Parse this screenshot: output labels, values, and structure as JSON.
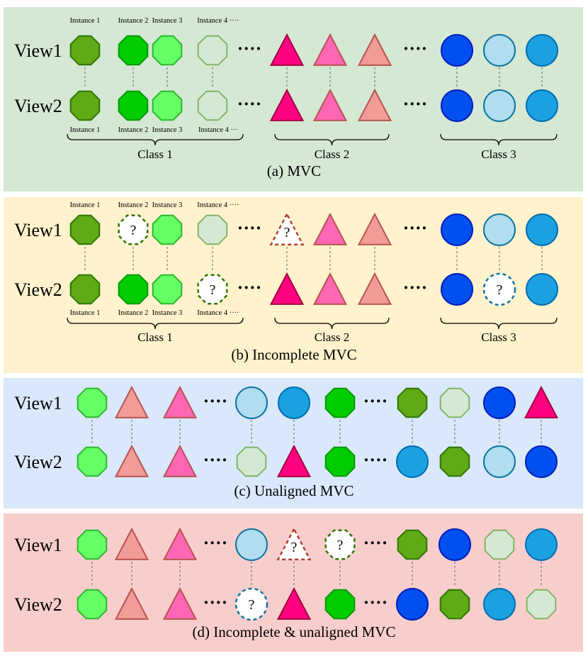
{
  "view_labels": {
    "view1": "View1",
    "view2": "View2"
  },
  "panels": [
    {
      "caption_letter": "(a)",
      "caption_text": "MVC",
      "background": "#d5e8d4",
      "view1": [
        "oct-olive",
        "oct-green",
        "oct-lime",
        "oct-pale",
        "dots",
        "tri-magenta",
        "tri-pink",
        "tri-salmon",
        "dots",
        "circ-blue",
        "circ-light",
        "circ-sky"
      ],
      "view2": [
        "oct-olive",
        "oct-green",
        "oct-lime",
        "oct-pale",
        "dots",
        "tri-magenta",
        "tri-pink",
        "tri-salmon",
        "dots",
        "circ-blue",
        "circ-light",
        "circ-sky"
      ],
      "instance_labels_top": [
        "Instance 1",
        "Instance 2",
        "Instance 3",
        "Instance 4 ····"
      ],
      "instance_labels_bottom": [
        "Instance 1",
        "Instance 2",
        "Instance 3",
        "Instance 4 ···"
      ],
      "classes": [
        "Class 1",
        "Class 2",
        "Class 3"
      ]
    },
    {
      "caption_letter": "(b)",
      "caption_text": "Incomplete MVC",
      "background": "#fff2cc",
      "view1": [
        "oct-olive",
        "q-oct",
        "oct-lime",
        "oct-pale",
        "dots",
        "q-tri",
        "tri-pink",
        "tri-salmon",
        "dots",
        "circ-blue",
        "circ-light",
        "circ-sky"
      ],
      "view2": [
        "oct-olive",
        "oct-green",
        "oct-lime",
        "q-oct",
        "dots",
        "tri-magenta",
        "tri-pink",
        "tri-salmon",
        "dots",
        "circ-blue",
        "q-circ",
        "circ-sky"
      ],
      "instance_labels_top": [
        "Instance 1",
        "Instance 2",
        "Instance 3",
        "Instance 4 ····"
      ],
      "instance_labels_bottom": [
        "Instance 1",
        "Instance 2",
        "Instance 3",
        "Instance 4 ····"
      ],
      "classes": [
        "Class 1",
        "Class 2",
        "Class 3"
      ]
    },
    {
      "caption_letter": "(c)",
      "caption_text": "Unaligned MVC",
      "background": "#dae8fc",
      "view1": [
        "oct-lime",
        "tri-salmon",
        "tri-pink",
        "dots",
        "circ-light",
        "circ-sky",
        "oct-green",
        "dots",
        "oct-olive",
        "oct-pale",
        "circ-blue",
        "tri-magenta"
      ],
      "view2": [
        "oct-lime",
        "tri-salmon",
        "tri-pink",
        "dots",
        "oct-pale",
        "tri-magenta",
        "oct-green",
        "dots",
        "circ-sky",
        "oct-olive",
        "circ-light",
        "circ-blue"
      ],
      "instance_labels_top": [],
      "instance_labels_bottom": [],
      "classes": []
    },
    {
      "caption_letter": "(d)",
      "caption_text": "Incomplete & unaligned MVC",
      "background": "#f8cecc",
      "view1": [
        "oct-lime",
        "tri-salmon",
        "tri-pink",
        "dots",
        "circ-light",
        "q-tri",
        "q-oct",
        "dots",
        "oct-olive",
        "circ-blue",
        "oct-pale",
        "circ-sky"
      ],
      "view2": [
        "oct-lime",
        "tri-salmon",
        "tri-pink",
        "dots",
        "q-circ",
        "tri-magenta",
        "oct-green",
        "dots",
        "circ-blue",
        "oct-olive",
        "circ-sky",
        "oct-pale"
      ],
      "instance_labels_top": [],
      "instance_labels_bottom": [],
      "classes": []
    }
  ],
  "missing_marker": "?",
  "ellipsis": "····",
  "shape_colors": {
    "oct-olive": {
      "fill": "#60a917",
      "stroke": "#2d7600"
    },
    "oct-green": {
      "fill": "#00cc00",
      "stroke": "#009900"
    },
    "oct-lime": {
      "fill": "#66ff66",
      "stroke": "#2db82d"
    },
    "oct-pale": {
      "fill": "#d5e8d4",
      "stroke": "#82b366"
    },
    "tri-magenta": {
      "fill": "#ff0080",
      "stroke": "#a50040"
    },
    "tri-pink": {
      "fill": "#ff66b3",
      "stroke": "#b85450"
    },
    "tri-salmon": {
      "fill": "#f19c99",
      "stroke": "#b85450"
    },
    "circ-blue": {
      "fill": "#0050ef",
      "stroke": "#001dbc"
    },
    "circ-light": {
      "fill": "#b1ddf0",
      "stroke": "#10739e"
    },
    "circ-sky": {
      "fill": "#1ba1e2",
      "stroke": "#006eaf"
    },
    "q-oct": {
      "fill": "#ffffff",
      "stroke": "#2d7600"
    },
    "q-tri": {
      "fill": "#ffffff",
      "stroke": "#ae4132"
    },
    "q-circ": {
      "fill": "#ffffff",
      "stroke": "#10739e"
    }
  }
}
